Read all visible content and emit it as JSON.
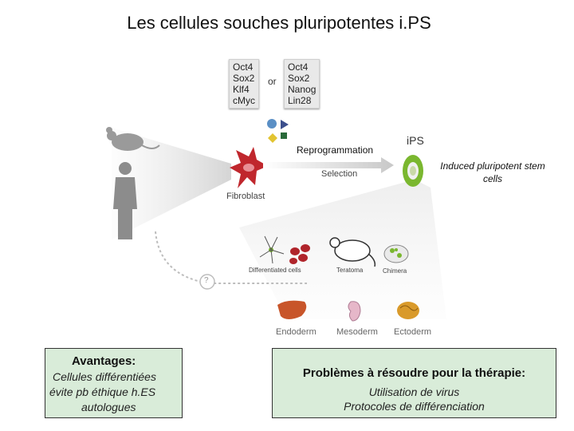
{
  "title": "Les cellules souches pluripotentes i.PS",
  "factors": {
    "set1": [
      "Oct4",
      "Sox2",
      "Klf4",
      "cMyc"
    ],
    "or_label": "or",
    "set2": [
      "Oct4",
      "Sox2",
      "Nanog",
      "Lin28"
    ]
  },
  "labels": {
    "reprogrammation": "Reprogrammation",
    "fibroblast": "Fibroblast",
    "selection": "Selection",
    "ips": "iPS",
    "ips_description": "Induced pluripotent stem cells",
    "differentiated_cells": "Differentiated cells",
    "teratoma": "Teratoma",
    "chimera": "Chimera",
    "question_mark": "?",
    "germ_layers": [
      "Endoderm",
      "Mesoderm",
      "Ectoderm"
    ]
  },
  "panels": {
    "left": {
      "heading": "Avantages:",
      "lines": [
        "Cellules différentiées",
        "évite pb éthique h.ES",
        "autologues"
      ]
    },
    "right": {
      "heading": "Problèmes à résoudre pour la thérapie:",
      "lines": [
        "Utilisation de virus",
        "Protocoles de différenciation"
      ]
    }
  },
  "colors": {
    "panel_bg": "#d9ecd9",
    "fibroblast": "#c0272d",
    "ips_cell": "#7ab72f",
    "liver": "#c8552a",
    "brain": "#d99a2b"
  }
}
